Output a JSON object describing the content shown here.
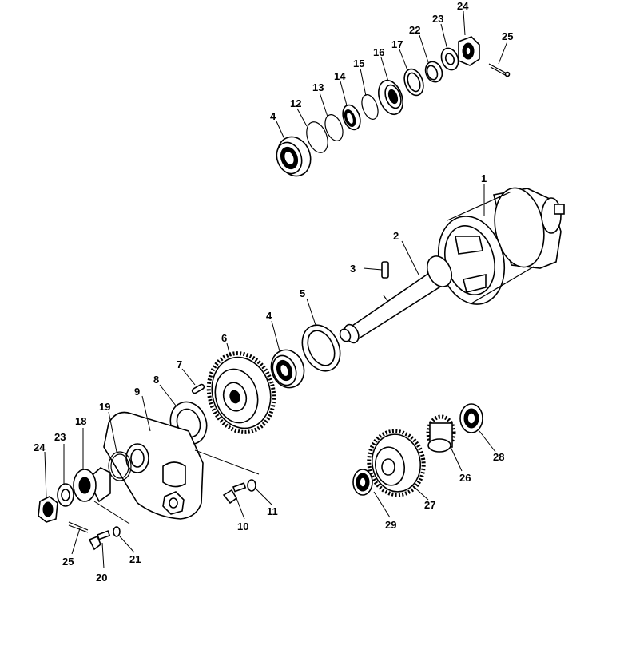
{
  "callouts": [
    {
      "id": "c24a",
      "text": "24"
    },
    {
      "id": "c25a",
      "text": "25"
    },
    {
      "id": "c23a",
      "text": "23"
    },
    {
      "id": "c22",
      "text": "22"
    },
    {
      "id": "c17",
      "text": "17"
    },
    {
      "id": "c16",
      "text": "16"
    },
    {
      "id": "c15",
      "text": "15"
    },
    {
      "id": "c14",
      "text": "14"
    },
    {
      "id": "c13",
      "text": "13"
    },
    {
      "id": "c12",
      "text": "12"
    },
    {
      "id": "c4a",
      "text": "4"
    },
    {
      "id": "c1",
      "text": "1"
    },
    {
      "id": "c2",
      "text": "2"
    },
    {
      "id": "c3",
      "text": "3"
    },
    {
      "id": "c5",
      "text": "5"
    },
    {
      "id": "c4b",
      "text": "4"
    },
    {
      "id": "c6",
      "text": "6"
    },
    {
      "id": "c7",
      "text": "7"
    },
    {
      "id": "c8",
      "text": "8"
    },
    {
      "id": "c9",
      "text": "9"
    },
    {
      "id": "c19",
      "text": "19"
    },
    {
      "id": "c18",
      "text": "18"
    },
    {
      "id": "c23b",
      "text": "23"
    },
    {
      "id": "c24b",
      "text": "24"
    },
    {
      "id": "c25b",
      "text": "25"
    },
    {
      "id": "c20",
      "text": "20"
    },
    {
      "id": "c21",
      "text": "21"
    },
    {
      "id": "c10",
      "text": "10"
    },
    {
      "id": "c11",
      "text": "11"
    },
    {
      "id": "c28",
      "text": "28"
    },
    {
      "id": "c26",
      "text": "26"
    },
    {
      "id": "c27",
      "text": "27"
    },
    {
      "id": "c29",
      "text": "29"
    }
  ]
}
